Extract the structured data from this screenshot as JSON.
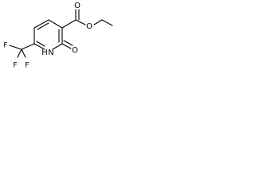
{
  "molecule": {
    "atoms": {
      "ring_nitrogen": "N",
      "ring_hydrogen": "H",
      "carbonyl_oxygen": "O",
      "ester_carbonyl_oxygen": "O",
      "ester_oxygen": "O",
      "fluorine_1": "F",
      "fluorine_2": "F",
      "fluorine_3": "F"
    }
  }
}
